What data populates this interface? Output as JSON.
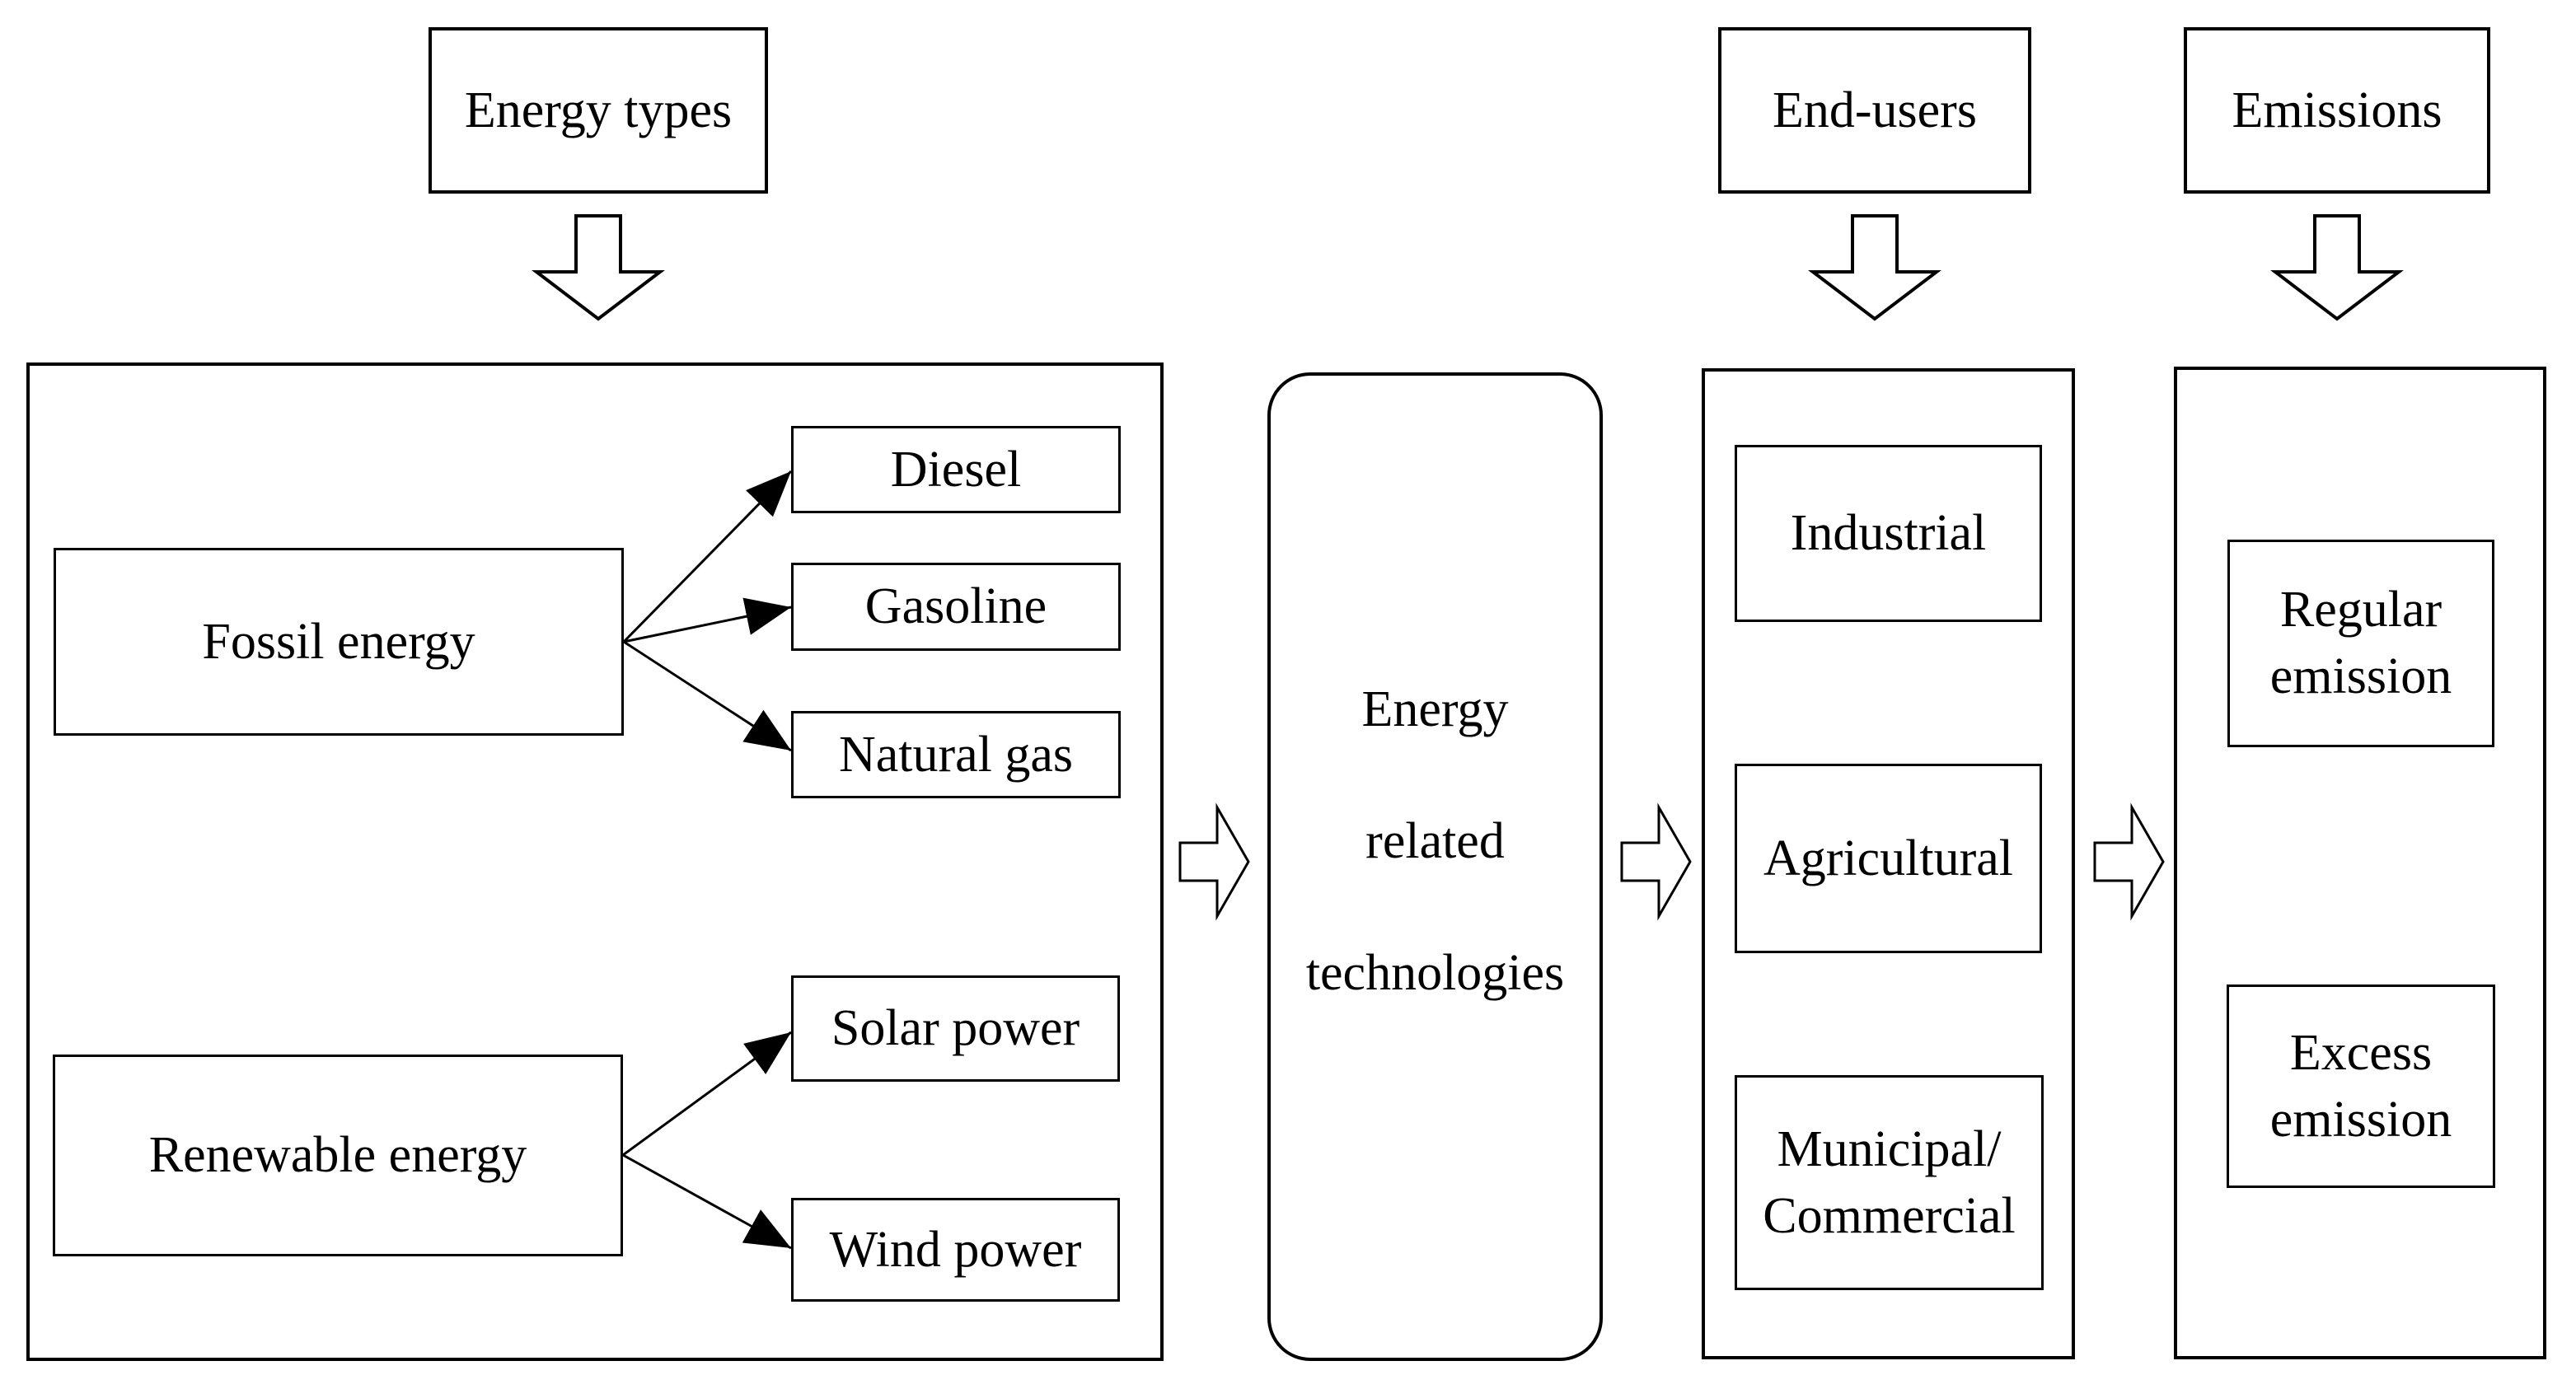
{
  "page": {
    "background": "#ffffff",
    "line_color": "#000000"
  },
  "top_row": {
    "energy_types": "Energy types",
    "end_users": "End-users",
    "emissions": "Emissions"
  },
  "energy_panel": {
    "fossil_label": "Fossil energy",
    "renewable_label": "Renewable energy",
    "diesel": "Diesel",
    "gasoline": "Gasoline",
    "natural_gas": "Natural gas",
    "solar": "Solar power",
    "wind": "Wind power"
  },
  "technology_panel": {
    "line1": "Energy",
    "line2": "related",
    "line3": "technologies"
  },
  "end_user_panel": {
    "industrial": "Industrial",
    "agricultural": "Agricultural",
    "municipal_line1": "Municipal/",
    "municipal_line2": "Commercial"
  },
  "emission_panel": {
    "regular_line1": "Regular",
    "regular_line2": "emission",
    "excess_line1": "Excess",
    "excess_line2": "emission"
  },
  "icons": {
    "down_arrow": "block-down-arrow",
    "flow_arrow": "hollow-right-arrow",
    "connector": "solid-head-arrow"
  }
}
